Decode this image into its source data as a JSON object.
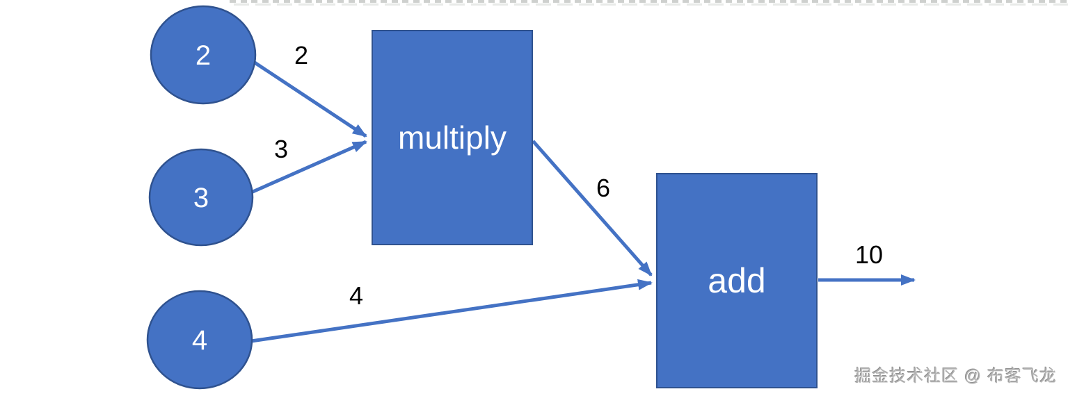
{
  "diagram": {
    "type": "dataflow-graph",
    "colors": {
      "node_fill": "#4472C4",
      "node_stroke": "#2F528F",
      "arrow": "#4472C4",
      "node_text": "#FFFFFF",
      "edge_label_text": "#000000"
    },
    "nodes": [
      {
        "id": "input-2",
        "shape": "circle",
        "label": "2"
      },
      {
        "id": "input-3",
        "shape": "circle",
        "label": "3"
      },
      {
        "id": "input-4",
        "shape": "circle",
        "label": "4"
      },
      {
        "id": "op-multiply",
        "shape": "rect",
        "label": "multiply"
      },
      {
        "id": "op-add",
        "shape": "rect",
        "label": "add"
      }
    ],
    "edges": [
      {
        "from": "input-2",
        "to": "op-multiply",
        "label": "2"
      },
      {
        "from": "input-3",
        "to": "op-multiply",
        "label": "3"
      },
      {
        "from": "op-multiply",
        "to": "op-add",
        "label": "6"
      },
      {
        "from": "input-4",
        "to": "op-add",
        "label": "4"
      },
      {
        "from": "op-add",
        "to": "output",
        "label": "10"
      }
    ]
  },
  "watermark": "掘金技术社区 @ 布客飞龙"
}
